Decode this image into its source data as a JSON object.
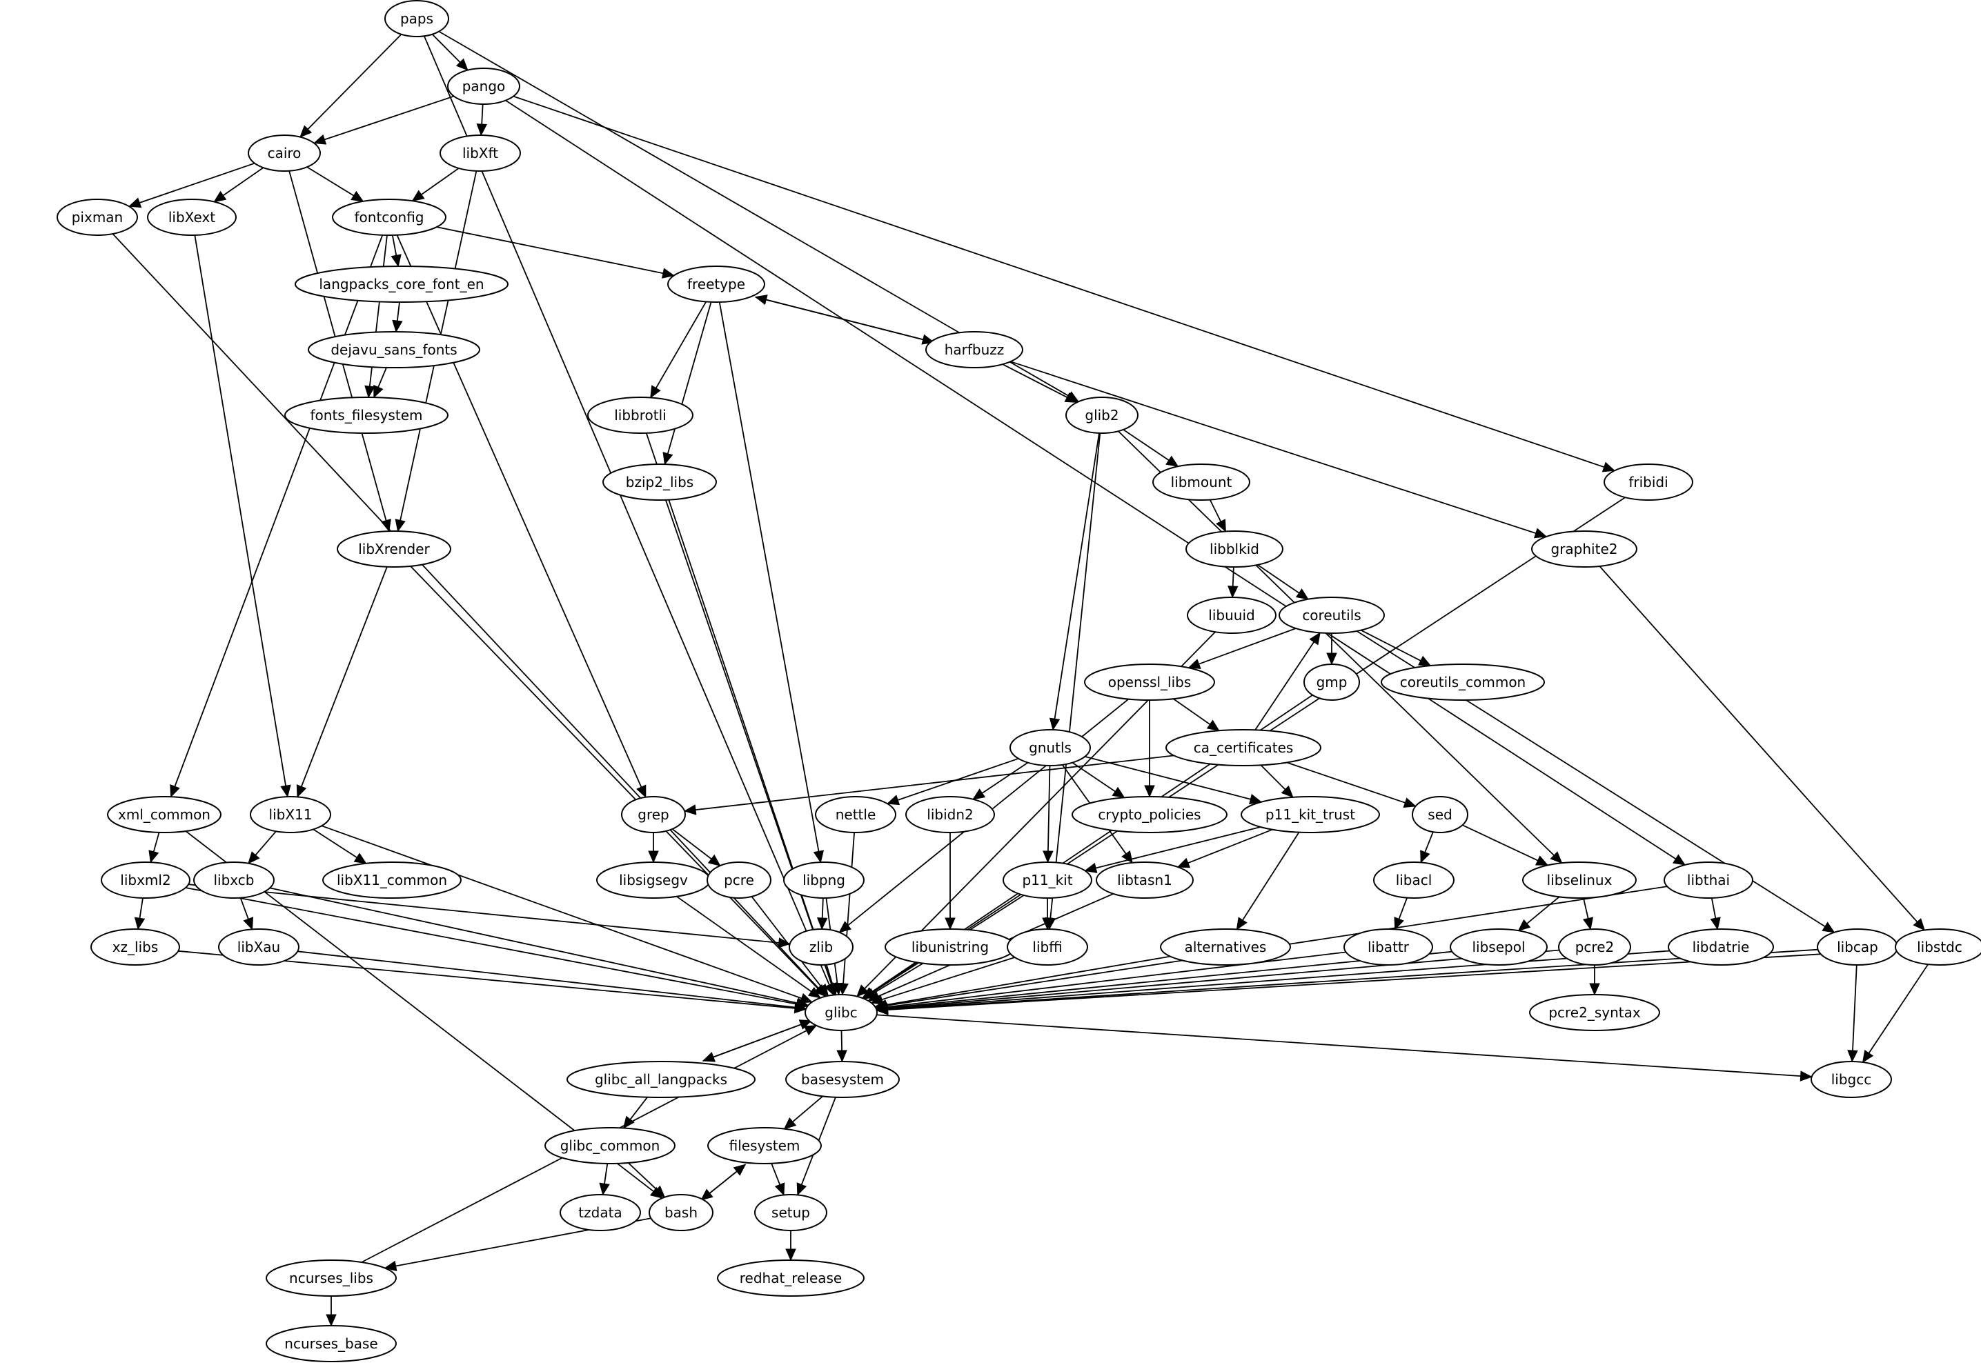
{
  "graph": {
    "type": "directed",
    "title": "",
    "nodes": [
      {
        "id": "paps",
        "label": "paps"
      },
      {
        "id": "pango",
        "label": "pango"
      },
      {
        "id": "cairo",
        "label": "cairo"
      },
      {
        "id": "libXft",
        "label": "libXft"
      },
      {
        "id": "pixman",
        "label": "pixman"
      },
      {
        "id": "libXext",
        "label": "libXext"
      },
      {
        "id": "fontconfig",
        "label": "fontconfig"
      },
      {
        "id": "langpacks_core_font_en",
        "label": "langpacks_core_font_en"
      },
      {
        "id": "dejavu_sans_fonts",
        "label": "dejavu_sans_fonts"
      },
      {
        "id": "fonts_filesystem",
        "label": "fonts_filesystem"
      },
      {
        "id": "freetype",
        "label": "freetype"
      },
      {
        "id": "harfbuzz",
        "label": "harfbuzz"
      },
      {
        "id": "libbrotli",
        "label": "libbrotli"
      },
      {
        "id": "glib2",
        "label": "glib2"
      },
      {
        "id": "bzip2_libs",
        "label": "bzip2_libs"
      },
      {
        "id": "libmount",
        "label": "libmount"
      },
      {
        "id": "fribidi",
        "label": "fribidi"
      },
      {
        "id": "libXrender",
        "label": "libXrender"
      },
      {
        "id": "libblkid",
        "label": "libblkid"
      },
      {
        "id": "graphite2",
        "label": "graphite2"
      },
      {
        "id": "libuuid",
        "label": "libuuid"
      },
      {
        "id": "coreutils",
        "label": "coreutils"
      },
      {
        "id": "openssl_libs",
        "label": "openssl_libs"
      },
      {
        "id": "gmp",
        "label": "gmp"
      },
      {
        "id": "coreutils_common",
        "label": "coreutils_common"
      },
      {
        "id": "gnutls",
        "label": "gnutls"
      },
      {
        "id": "ca_certificates",
        "label": "ca_certificates"
      },
      {
        "id": "xml_common",
        "label": "xml_common"
      },
      {
        "id": "libX11",
        "label": "libX11"
      },
      {
        "id": "grep",
        "label": "grep"
      },
      {
        "id": "nettle",
        "label": "nettle"
      },
      {
        "id": "libidn2",
        "label": "libidn2"
      },
      {
        "id": "crypto_policies",
        "label": "crypto_policies"
      },
      {
        "id": "p11_kit_trust",
        "label": "p11_kit_trust"
      },
      {
        "id": "sed",
        "label": "sed"
      },
      {
        "id": "libxml2",
        "label": "libxml2"
      },
      {
        "id": "libxcb",
        "label": "libxcb"
      },
      {
        "id": "libX11_common",
        "label": "libX11_common"
      },
      {
        "id": "libsigsegv",
        "label": "libsigsegv"
      },
      {
        "id": "pcre",
        "label": "pcre"
      },
      {
        "id": "libpng",
        "label": "libpng"
      },
      {
        "id": "p11_kit",
        "label": "p11_kit"
      },
      {
        "id": "libtasn1",
        "label": "libtasn1"
      },
      {
        "id": "libacl",
        "label": "libacl"
      },
      {
        "id": "libselinux",
        "label": "libselinux"
      },
      {
        "id": "libthai",
        "label": "libthai"
      },
      {
        "id": "xz_libs",
        "label": "xz_libs"
      },
      {
        "id": "libXau",
        "label": "libXau"
      },
      {
        "id": "zlib",
        "label": "zlib"
      },
      {
        "id": "libunistring",
        "label": "libunistring"
      },
      {
        "id": "libffi",
        "label": "libffi"
      },
      {
        "id": "alternatives",
        "label": "alternatives"
      },
      {
        "id": "libattr",
        "label": "libattr"
      },
      {
        "id": "libsepol",
        "label": "libsepol"
      },
      {
        "id": "pcre2",
        "label": "pcre2"
      },
      {
        "id": "libdatrie",
        "label": "libdatrie"
      },
      {
        "id": "libcap",
        "label": "libcap"
      },
      {
        "id": "libstdc",
        "label": "libstdc"
      },
      {
        "id": "glibc",
        "label": "glibc"
      },
      {
        "id": "pcre2_syntax",
        "label": "pcre2_syntax"
      },
      {
        "id": "glibc_all_langpacks",
        "label": "glibc_all_langpacks"
      },
      {
        "id": "basesystem",
        "label": "basesystem"
      },
      {
        "id": "libgcc",
        "label": "libgcc"
      },
      {
        "id": "glibc_common",
        "label": "glibc_common"
      },
      {
        "id": "filesystem",
        "label": "filesystem"
      },
      {
        "id": "tzdata",
        "label": "tzdata"
      },
      {
        "id": "bash",
        "label": "bash"
      },
      {
        "id": "setup",
        "label": "setup"
      },
      {
        "id": "redhat_release",
        "label": "redhat_release"
      },
      {
        "id": "ncurses_libs",
        "label": "ncurses_libs"
      },
      {
        "id": "ncurses_base",
        "label": "ncurses_base"
      }
    ],
    "edges": [
      [
        "paps",
        "pango"
      ],
      [
        "paps",
        "cairo"
      ],
      [
        "paps",
        "glibc"
      ],
      [
        "paps",
        "glib2"
      ],
      [
        "pango",
        "cairo"
      ],
      [
        "pango",
        "libXft"
      ],
      [
        "pango",
        "fribidi"
      ],
      [
        "pango",
        "libthai"
      ],
      [
        "cairo",
        "pixman"
      ],
      [
        "cairo",
        "libXext"
      ],
      [
        "cairo",
        "fontconfig"
      ],
      [
        "cairo",
        "libXrender"
      ],
      [
        "libXft",
        "fontconfig"
      ],
      [
        "libXft",
        "libXrender"
      ],
      [
        "pixman",
        "glibc"
      ],
      [
        "libXext",
        "libX11"
      ],
      [
        "fontconfig",
        "langpacks_core_font_en"
      ],
      [
        "fontconfig",
        "fonts_filesystem"
      ],
      [
        "fontconfig",
        "freetype"
      ],
      [
        "fontconfig",
        "xml_common"
      ],
      [
        "fontconfig",
        "grep"
      ],
      [
        "langpacks_core_font_en",
        "dejavu_sans_fonts"
      ],
      [
        "dejavu_sans_fonts",
        "fonts_filesystem"
      ],
      [
        "freetype",
        "libbrotli"
      ],
      [
        "freetype",
        "bzip2_libs"
      ],
      [
        "freetype",
        "libpng"
      ],
      [
        "freetype",
        "harfbuzz"
      ],
      [
        "harfbuzz",
        "freetype"
      ],
      [
        "harfbuzz",
        "glib2"
      ],
      [
        "harfbuzz",
        "graphite2"
      ],
      [
        "libbrotli",
        "glibc"
      ],
      [
        "bzip2_libs",
        "glibc"
      ],
      [
        "glib2",
        "libmount"
      ],
      [
        "glib2",
        "gnutls"
      ],
      [
        "glib2",
        "libselinux"
      ],
      [
        "glib2",
        "libffi"
      ],
      [
        "libmount",
        "libblkid"
      ],
      [
        "libblkid",
        "libuuid"
      ],
      [
        "libblkid",
        "coreutils"
      ],
      [
        "libuuid",
        "glibc"
      ],
      [
        "coreutils",
        "openssl_libs"
      ],
      [
        "coreutils",
        "gmp"
      ],
      [
        "coreutils",
        "coreutils_common"
      ],
      [
        "coreutils",
        "libcap"
      ],
      [
        "openssl_libs",
        "ca_certificates"
      ],
      [
        "openssl_libs",
        "crypto_policies"
      ],
      [
        "openssl_libs",
        "zlib"
      ],
      [
        "ca_certificates",
        "coreutils"
      ],
      [
        "ca_certificates",
        "p11_kit_trust"
      ],
      [
        "ca_certificates",
        "sed"
      ],
      [
        "ca_certificates",
        "grep"
      ],
      [
        "gnutls",
        "nettle"
      ],
      [
        "gnutls",
        "libidn2"
      ],
      [
        "gnutls",
        "crypto_policies"
      ],
      [
        "gnutls",
        "p11_kit_trust"
      ],
      [
        "gnutls",
        "p11_kit"
      ],
      [
        "gnutls",
        "libtasn1"
      ],
      [
        "gmp",
        "glibc"
      ],
      [
        "fribidi",
        "glibc"
      ],
      [
        "graphite2",
        "libstdc"
      ],
      [
        "libXrender",
        "libX11"
      ],
      [
        "libXrender",
        "glibc"
      ],
      [
        "xml_common",
        "libxml2"
      ],
      [
        "xml_common",
        "bash"
      ],
      [
        "libX11",
        "libxcb"
      ],
      [
        "libX11",
        "libX11_common"
      ],
      [
        "libX11",
        "glibc"
      ],
      [
        "libxml2",
        "xz_libs"
      ],
      [
        "libxml2",
        "glibc"
      ],
      [
        "libxml2",
        "zlib"
      ],
      [
        "libxcb",
        "libXau"
      ],
      [
        "libxcb",
        "glibc"
      ],
      [
        "grep",
        "libsigsegv"
      ],
      [
        "grep",
        "pcre"
      ],
      [
        "p11_kit_trust",
        "p11_kit"
      ],
      [
        "p11_kit_trust",
        "libtasn1"
      ],
      [
        "p11_kit_trust",
        "alternatives"
      ],
      [
        "sed",
        "libacl"
      ],
      [
        "sed",
        "libselinux"
      ],
      [
        "libacl",
        "libattr"
      ],
      [
        "libselinux",
        "libsepol"
      ],
      [
        "libselinux",
        "pcre2"
      ],
      [
        "libthai",
        "libdatrie"
      ],
      [
        "libthai",
        "glibc"
      ],
      [
        "p11_kit",
        "libffi"
      ],
      [
        "p11_kit",
        "glibc"
      ],
      [
        "libpng",
        "zlib"
      ],
      [
        "libpng",
        "glibc"
      ],
      [
        "xz_libs",
        "glibc"
      ],
      [
        "libXau",
        "glibc"
      ],
      [
        "zlib",
        "glibc"
      ],
      [
        "libunistring",
        "glibc"
      ],
      [
        "libffi",
        "glibc"
      ],
      [
        "alternatives",
        "glibc"
      ],
      [
        "libattr",
        "glibc"
      ],
      [
        "libsepol",
        "glibc"
      ],
      [
        "pcre2",
        "glibc"
      ],
      [
        "libdatrie",
        "glibc"
      ],
      [
        "libcap",
        "glibc"
      ],
      [
        "libstdc",
        "glibc"
      ],
      [
        "libsigsegv",
        "glibc"
      ],
      [
        "pcre",
        "glibc"
      ],
      [
        "nettle",
        "glibc"
      ],
      [
        "libtasn1",
        "glibc"
      ],
      [
        "libidn2",
        "libunistring"
      ],
      [
        "pcre2",
        "pcre2_syntax"
      ],
      [
        "libcap",
        "libgcc"
      ],
      [
        "libstdc",
        "libgcc"
      ],
      [
        "glibc",
        "glibc_all_langpacks"
      ],
      [
        "glibc_all_langpacks",
        "glibc"
      ],
      [
        "glibc",
        "basesystem"
      ],
      [
        "glibc",
        "libgcc"
      ],
      [
        "glibc_all_langpacks",
        "glibc_common"
      ],
      [
        "basesystem",
        "filesystem"
      ],
      [
        "basesystem",
        "setup"
      ],
      [
        "glibc_common",
        "tzdata"
      ],
      [
        "glibc_common",
        "bash"
      ],
      [
        "filesystem",
        "bash"
      ],
      [
        "bash",
        "filesystem"
      ],
      [
        "filesystem",
        "setup"
      ],
      [
        "bash",
        "ncurses_libs"
      ],
      [
        "ncurses_libs",
        "glibc"
      ],
      [
        "ncurses_libs",
        "ncurses_base"
      ],
      [
        "setup",
        "redhat_release"
      ]
    ]
  }
}
